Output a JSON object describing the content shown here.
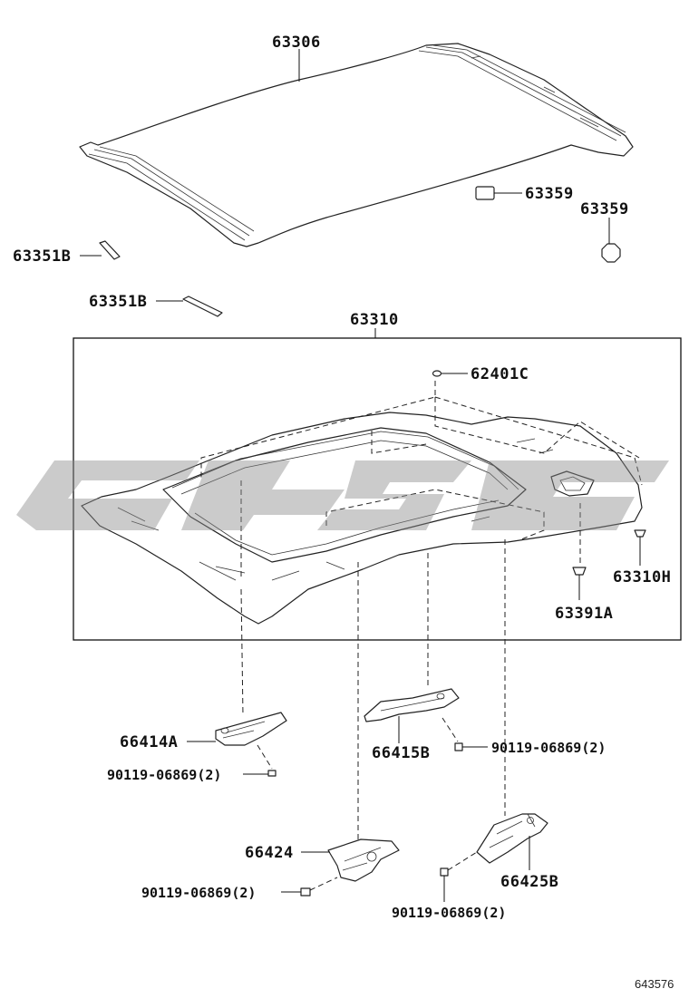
{
  "diagram": {
    "parts": {
      "roof_headliner_top": "63306",
      "pad_right": "63359",
      "pad_lower": "63359",
      "strip_upper": "63351B",
      "strip_lower": "63351B",
      "headliner_assembly": "63310",
      "clip_center": "62401C",
      "clip_right": "63310H",
      "clip_lower": "63391A",
      "grip_left": "66414A",
      "grip_center": "66415B",
      "bracket_left": "66424",
      "bracket_right": "66425B"
    },
    "screws": {
      "screw_grip_center": "90119-06869(2)",
      "screw_grip_left": "90119-06869(2)",
      "screw_bracket_left": "90119-06869(2)",
      "screw_bracket_right": "90119-06869(2)"
    },
    "figure_number": "643576"
  },
  "colors": {
    "line": "#222222",
    "watermark": "#8c8c8c",
    "background": "#ffffff"
  }
}
